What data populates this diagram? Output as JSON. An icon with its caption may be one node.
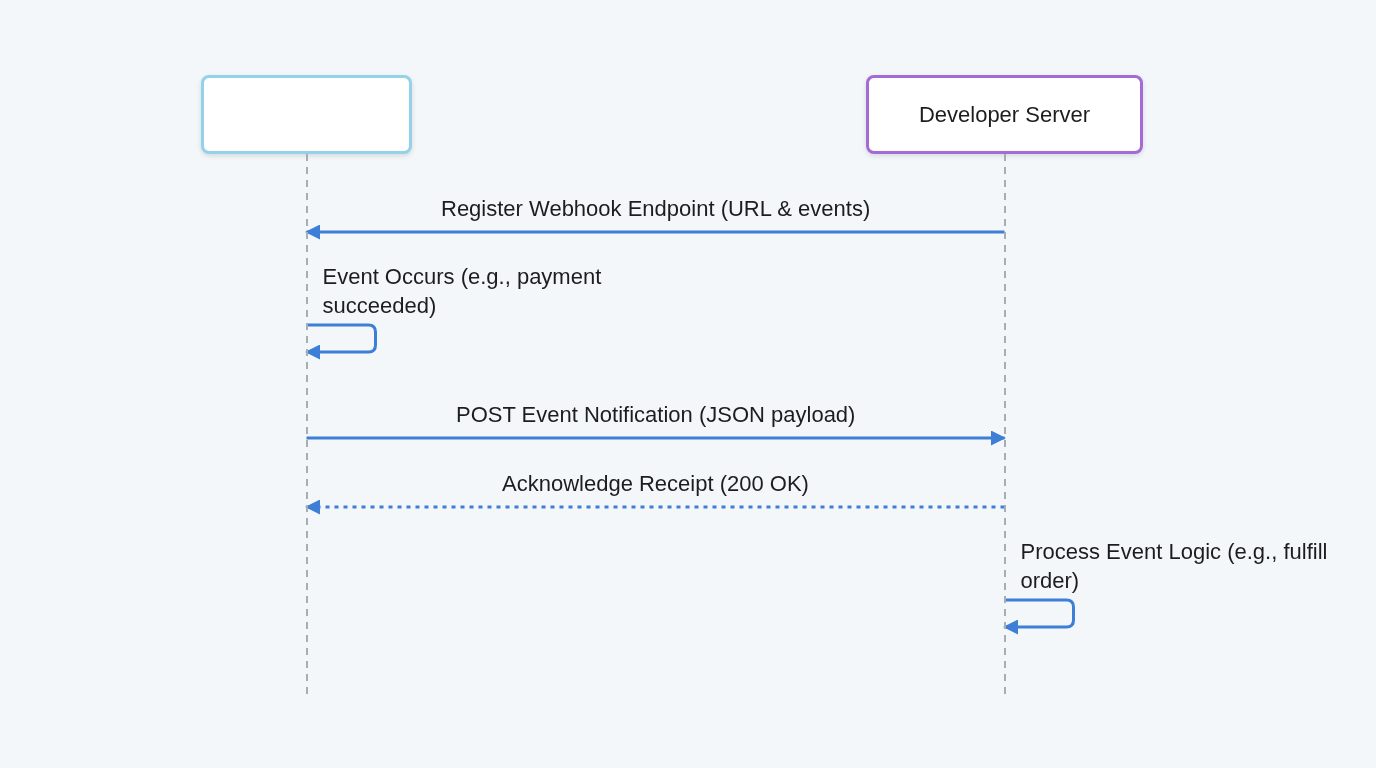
{
  "diagram": {
    "nodes": [
      {
        "text": [],
        "shape": "box"
      },
      {
        "text": [
          "Developer Server"
        ]
      }
    ],
    "edges": [
      {
        "from": 1,
        "to": 0,
        "arrow": "to",
        "label": "Register Webhook Endpoint (URL & events)"
      },
      {
        "from": 0,
        "to": 0,
        "arrow": "to",
        "label": "Event Occurs (e.g., payment succeeded)"
      },
      {
        "from": 0,
        "to": 1,
        "arrow": "to",
        "label": "POST Event Notification (JSON payload)"
      },
      {
        "from": 1,
        "to": 0,
        "arrow": "to",
        "label": "Acknowledge Receipt (200 OK)",
        "style": "dashed"
      },
      {
        "from": 1,
        "to": 1,
        "arrow": "to",
        "label": "Process Event Logic (e.g., fulfill order)"
      }
    ]
  }
}
